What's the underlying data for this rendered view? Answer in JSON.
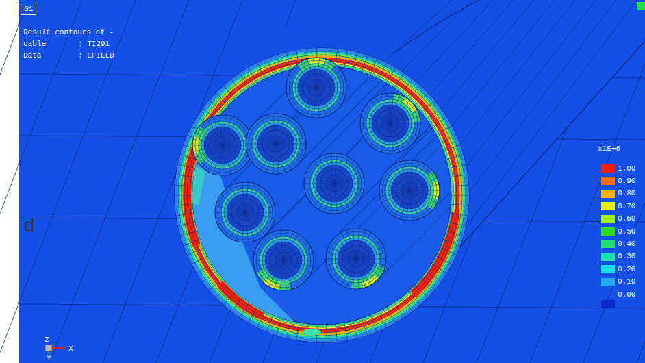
{
  "diagram": {
    "nodes": [
      {
        "text": [
          "G1"
        ]
      }
    ],
    "labels": [
      "Result contours of -",
      "cable",
      ": TI291",
      "Data",
      ": EFIELD",
      "x1E+6",
      "Z",
      "X",
      "Y",
      "d"
    ],
    "legend": [
      {
        "text": "1.00",
        "color": "#ff1a00"
      },
      {
        "text": "0.90",
        "color": "#ff6a00"
      },
      {
        "text": "0.80",
        "color": "#ffb000"
      },
      {
        "text": "0.70",
        "color": "#e8f000"
      },
      {
        "text": "0.60",
        "color": "#a0f020"
      },
      {
        "text": "0.50",
        "color": "#30e020"
      },
      {
        "text": "0.40",
        "color": "#20e070"
      },
      {
        "text": "0.30",
        "color": "#20e0a8"
      },
      {
        "text": "0.20",
        "color": "#10e0e0"
      },
      {
        "text": "0.10",
        "color": "#20a8f0"
      },
      {
        "text": "0.00",
        "color": "#0a28d0"
      }
    ]
  }
}
